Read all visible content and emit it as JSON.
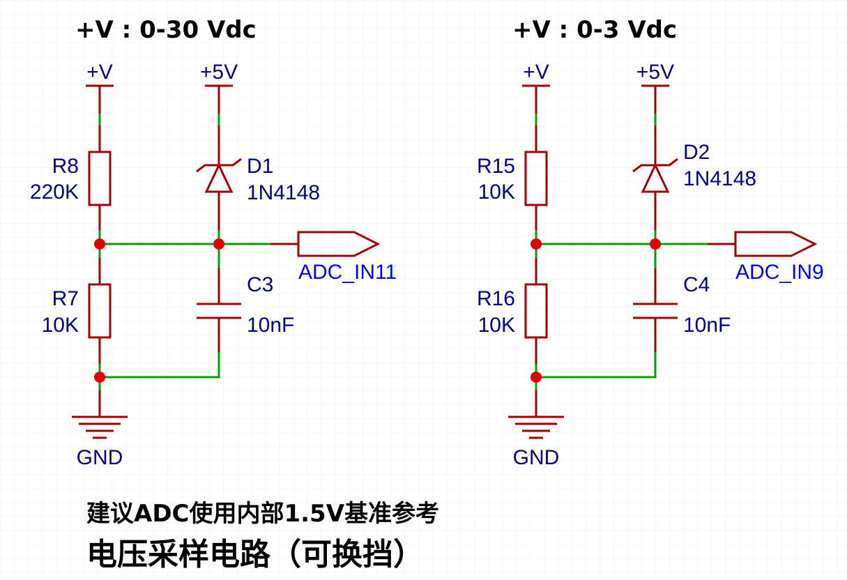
{
  "colors": {
    "component": "#a00000",
    "wire": "#00a000",
    "junction": "#e00000",
    "net_label": "#000080",
    "port_label": "#0000ff",
    "grid": "#eeeeee"
  },
  "circuits": [
    {
      "title": "+V : 0-30 Vdc",
      "supply_label": "+V",
      "ref_label": "+5V",
      "r_top": {
        "ref": "R8",
        "value": "220K"
      },
      "r_bottom": {
        "ref": "R7",
        "value": "10K"
      },
      "diode": {
        "ref": "D1",
        "value": "1N4148"
      },
      "cap": {
        "ref": "C3",
        "value": "10nF"
      },
      "port": "ADC_IN11",
      "ground": "GND"
    },
    {
      "title": "+V : 0-3 Vdc",
      "supply_label": "+V",
      "ref_label": "+5V",
      "r_top": {
        "ref": "R15",
        "value": "10K"
      },
      "r_bottom": {
        "ref": "R16",
        "value": "10K"
      },
      "diode": {
        "ref": "D2",
        "value": "1N4148"
      },
      "cap": {
        "ref": "C4",
        "value": "10nF"
      },
      "port": "ADC_IN9",
      "ground": "GND"
    }
  ],
  "notes": {
    "line1": "建议ADC使用内部1.5V基准参考",
    "line2": "电压采样电路（可换挡）"
  }
}
